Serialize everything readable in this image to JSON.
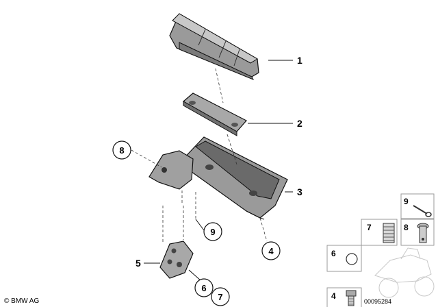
{
  "callouts": {
    "c1": "1",
    "c2": "2",
    "c3": "3",
    "c4": "4",
    "c5": "5",
    "c6": "6",
    "c7": "7",
    "c8": "8",
    "c9": "9"
  },
  "inset_legend": {
    "l9": "9",
    "l7": "7",
    "l8": "8",
    "l6": "6",
    "l4": "4"
  },
  "footer": {
    "copyright": "© BMW AG",
    "drawing_number": "00095284"
  },
  "colors": {
    "part_fill": "#9a9a9a",
    "part_light": "#c8c8c8",
    "outline": "#111111",
    "inset_border": "#999999"
  }
}
